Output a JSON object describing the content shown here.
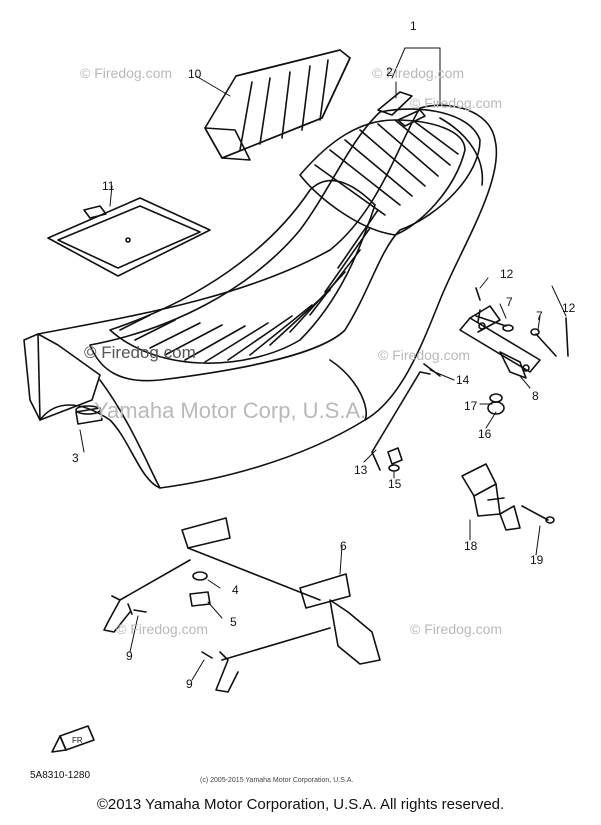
{
  "watermarks": {
    "firedog": "© Firedog.com",
    "firedog_alt": "© Firedog.com",
    "yamaha": "Yamaha Motor Corp, U.S.A."
  },
  "callouts": [
    "1",
    "2",
    "3",
    "4",
    "5",
    "6",
    "7",
    "7",
    "8",
    "9",
    "9",
    "10",
    "11",
    "12",
    "12",
    "13",
    "14",
    "15",
    "16",
    "17",
    "18",
    "19"
  ],
  "part_code": "5A8310-1280",
  "image_copyright": "(c) 2005-2015 Yamaha Motor Corporation, U.S.A.",
  "fr_marker": "FR",
  "footer": "©2013 Yamaha Motor Corporation, U.S.A. All rights reserved."
}
